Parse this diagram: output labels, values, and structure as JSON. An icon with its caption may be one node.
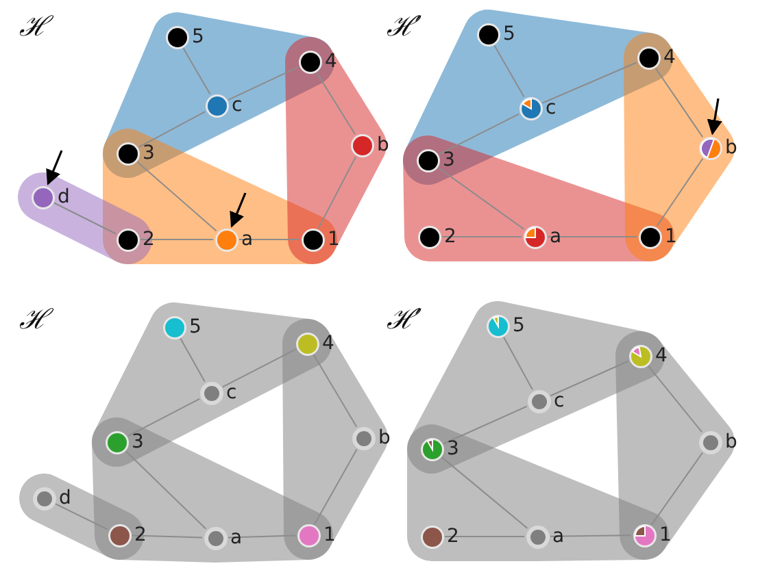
{
  "diagram": {
    "nodes": [
      {
        "text": [],
        "shape": "circle",
        "beside": [
          "5"
        ]
      },
      {
        "text": [],
        "shape": "circle",
        "beside": [
          "c"
        ]
      },
      {
        "text": [],
        "shape": "circle",
        "beside": [
          "4"
        ]
      },
      {
        "text": [],
        "shape": "circle",
        "beside": [
          "3"
        ]
      },
      {
        "text": [],
        "shape": "circle",
        "beside": [
          "b"
        ]
      },
      {
        "text": [],
        "shape": "circle",
        "beside": [
          "d"
        ]
      },
      {
        "text": [],
        "shape": "circle",
        "beside": [
          "2"
        ]
      },
      {
        "text": [],
        "shape": "circle",
        "beside": [
          "a"
        ]
      },
      {
        "text": [],
        "shape": "circle",
        "beside": [
          "1"
        ]
      },
      {
        "text": [],
        "shape": "circle",
        "beside": [
          "5"
        ]
      },
      {
        "text": [],
        "shape": "circle",
        "beside": [
          "c"
        ]
      },
      {
        "text": [],
        "shape": "circle",
        "beside": [
          "4"
        ]
      },
      {
        "text": [],
        "shape": "circle",
        "beside": [
          "3"
        ]
      },
      {
        "text": [],
        "shape": "circle",
        "beside": [
          "b"
        ]
      },
      {
        "text": [],
        "shape": "circle",
        "beside": [
          "2"
        ]
      },
      {
        "text": [],
        "shape": "circle",
        "beside": [
          "a"
        ]
      },
      {
        "text": [],
        "shape": "circle",
        "beside": [
          "1"
        ]
      },
      {
        "text": [],
        "shape": "circle",
        "beside": [
          "5"
        ]
      },
      {
        "text": [],
        "shape": "circle",
        "beside": [
          "c"
        ]
      },
      {
        "text": [],
        "shape": "circle",
        "beside": [
          "4"
        ]
      },
      {
        "text": [],
        "shape": "circle",
        "beside": [
          "3"
        ]
      },
      {
        "text": [],
        "shape": "circle",
        "beside": [
          "b"
        ]
      },
      {
        "text": [],
        "shape": "circle",
        "beside": [
          "d"
        ]
      },
      {
        "text": [],
        "shape": "circle",
        "beside": [
          "2"
        ]
      },
      {
        "text": [],
        "shape": "circle",
        "beside": [
          "a"
        ]
      },
      {
        "text": [],
        "shape": "circle",
        "beside": [
          "1"
        ]
      },
      {
        "text": [],
        "shape": "circle",
        "beside": [
          "5"
        ]
      },
      {
        "text": [],
        "shape": "circle",
        "beside": [
          "c"
        ]
      },
      {
        "text": [],
        "shape": "circle",
        "beside": [
          "4"
        ]
      },
      {
        "text": [],
        "shape": "circle",
        "beside": [
          "3"
        ]
      },
      {
        "text": [],
        "shape": "circle",
        "beside": [
          "b"
        ]
      },
      {
        "text": [],
        "shape": "circle",
        "beside": [
          "2"
        ]
      },
      {
        "text": [],
        "shape": "circle",
        "beside": [
          "a"
        ]
      },
      {
        "text": [],
        "shape": "circle",
        "beside": [
          "1"
        ]
      }
    ],
    "edges": [
      {
        "from": 0,
        "to": 1,
        "arrow": "none"
      },
      {
        "from": 1,
        "to": 2,
        "arrow": "none"
      },
      {
        "from": 1,
        "to": 3,
        "arrow": "none"
      },
      {
        "from": 3,
        "to": 7,
        "arrow": "none"
      },
      {
        "from": 2,
        "to": 4,
        "arrow": "none"
      },
      {
        "from": 4,
        "to": 8,
        "arrow": "none"
      },
      {
        "from": 5,
        "to": 6,
        "arrow": "none"
      },
      {
        "from": 6,
        "to": 7,
        "arrow": "none"
      },
      {
        "from": 7,
        "to": 8,
        "arrow": "none"
      },
      {
        "from": null,
        "to": 5,
        "arrow": "to",
        "color": "#000000"
      },
      {
        "from": null,
        "to": 7,
        "arrow": "to",
        "color": "#000000"
      },
      {
        "from": 9,
        "to": 10,
        "arrow": "none"
      },
      {
        "from": 10,
        "to": 11,
        "arrow": "none"
      },
      {
        "from": 10,
        "to": 12,
        "arrow": "none"
      },
      {
        "from": 12,
        "to": 15,
        "arrow": "none"
      },
      {
        "from": 11,
        "to": 13,
        "arrow": "none"
      },
      {
        "from": 13,
        "to": 16,
        "arrow": "none"
      },
      {
        "from": 14,
        "to": 15,
        "arrow": "none"
      },
      {
        "from": 15,
        "to": 16,
        "arrow": "none"
      },
      {
        "from": null,
        "to": 13,
        "arrow": "to",
        "color": "#000000"
      },
      {
        "from": 17,
        "to": 18,
        "arrow": "none"
      },
      {
        "from": 18,
        "to": 19,
        "arrow": "none"
      },
      {
        "from": 18,
        "to": 20,
        "arrow": "none"
      },
      {
        "from": 20,
        "to": 24,
        "arrow": "none"
      },
      {
        "from": 19,
        "to": 21,
        "arrow": "none"
      },
      {
        "from": 21,
        "to": 25,
        "arrow": "none"
      },
      {
        "from": 22,
        "to": 23,
        "arrow": "none"
      },
      {
        "from": 23,
        "to": 24,
        "arrow": "none"
      },
      {
        "from": 24,
        "to": 25,
        "arrow": "none"
      },
      {
        "from": 26,
        "to": 27,
        "arrow": "none"
      },
      {
        "from": 27,
        "to": 28,
        "arrow": "none"
      },
      {
        "from": 27,
        "to": 29,
        "arrow": "none"
      },
      {
        "from": 29,
        "to": 32,
        "arrow": "none"
      },
      {
        "from": 28,
        "to": 30,
        "arrow": "none"
      },
      {
        "from": 30,
        "to": 33,
        "arrow": "none"
      },
      {
        "from": 31,
        "to": 32,
        "arrow": "none"
      },
      {
        "from": 32,
        "to": 33,
        "arrow": "none"
      }
    ],
    "labels": [
      "ℋ",
      "ℋ′",
      "ℋ",
      "ℋ′"
    ]
  }
}
